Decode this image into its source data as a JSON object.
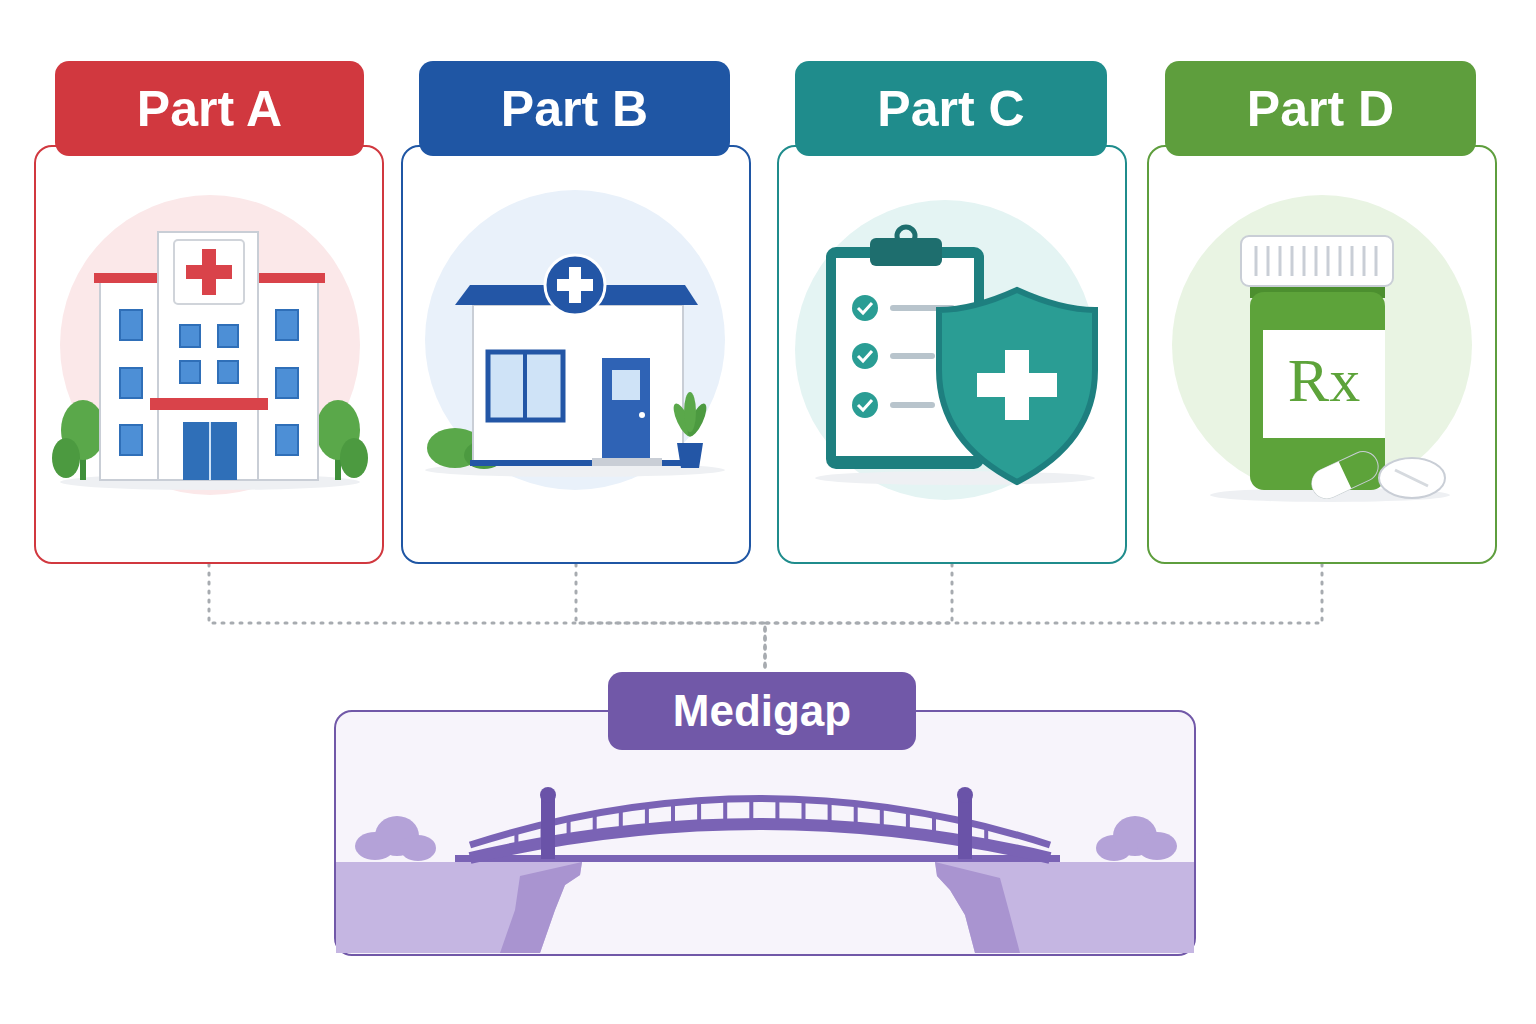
{
  "diagram": {
    "nodes": [
      {
        "text": [
          "Part A"
        ]
      },
      {
        "text": [
          "Part B"
        ]
      },
      {
        "text": [
          "Part C"
        ]
      },
      {
        "text": [
          "Part D"
        ]
      },
      {
        "text": [
          "Medigap"
        ]
      }
    ],
    "edges": [
      {
        "from": 0,
        "to": 4,
        "arrow": "none"
      },
      {
        "from": 1,
        "to": 4,
        "arrow": "none"
      },
      {
        "from": 2,
        "to": 4,
        "arrow": "none"
      },
      {
        "from": 3,
        "to": 4,
        "arrow": "none"
      }
    ],
    "labels": [
      "Rx"
    ]
  }
}
